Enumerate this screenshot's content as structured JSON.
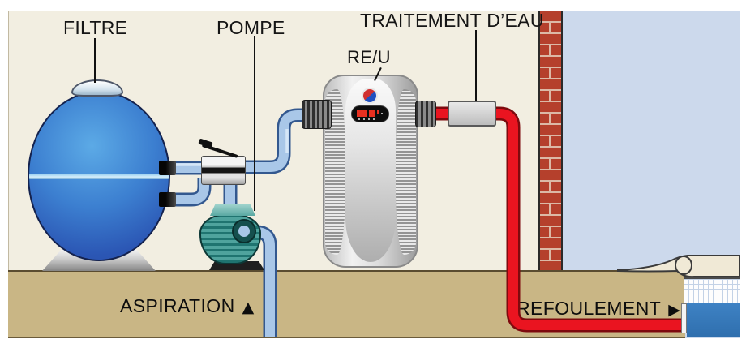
{
  "labels": {
    "filter": "FILTRE",
    "pump": "POMPE",
    "water_treatment": "TRAITEMENT D’EAU",
    "heat_regulator": "RE/U"
  },
  "flow": {
    "suction": {
      "label": "ASPIRATION",
      "arrow": "▲"
    },
    "discharge": {
      "label": "REFOULEMENT",
      "arrow": "▶"
    }
  },
  "colors": {
    "diagram_background": "#f2eee1",
    "sky": "#ccd9ec",
    "ground": "#c9b685",
    "water_pipe": "#a9c7e8",
    "heated_water_pipe": "#ea1420",
    "filter_tank": "#3c7fd0",
    "pump_body": "#3b9490",
    "brick_wall": "#b5402c",
    "pool_water": "#3577b9"
  }
}
